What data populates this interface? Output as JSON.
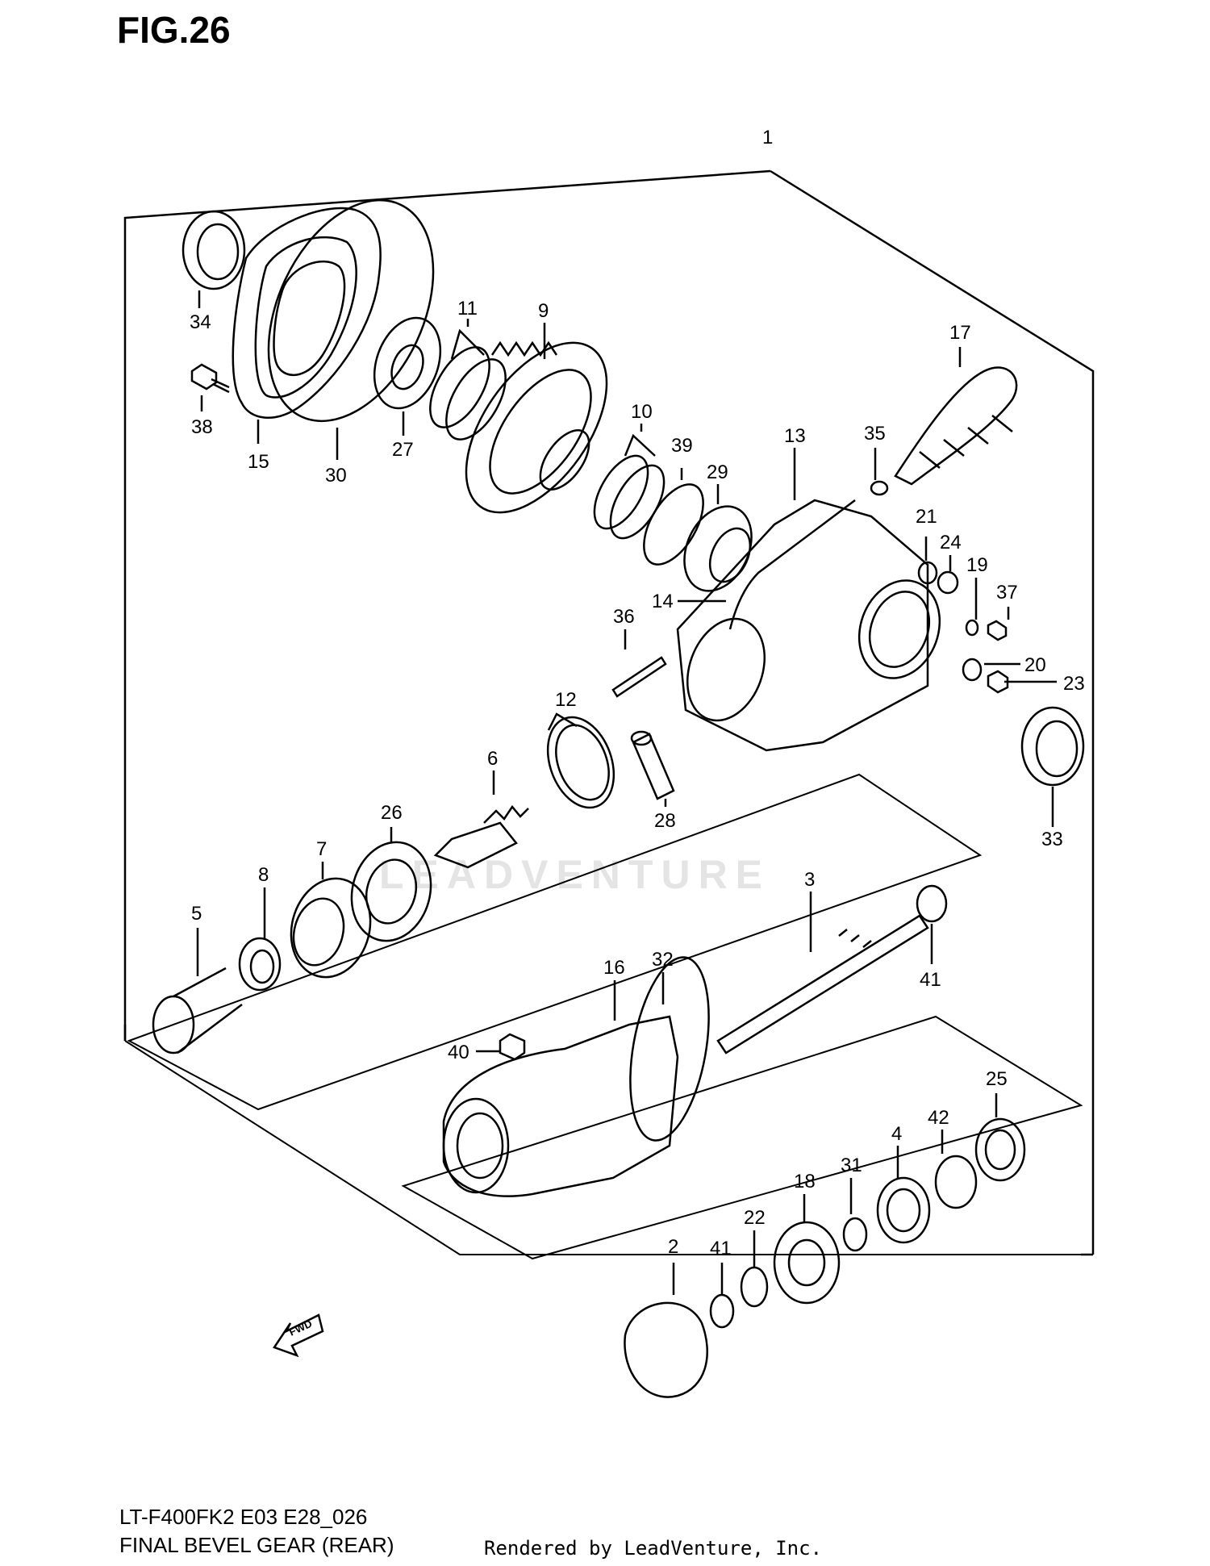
{
  "figure": {
    "title": "FIG.26",
    "model_code": "LT-F400FK2 E03 E28_026",
    "name": "FINAL BEVEL GEAR (REAR)",
    "credit": "Rendered by LeadVenture, Inc.",
    "watermark": "LEADVENTURE",
    "fwd_arrow_text": "FWD"
  },
  "callouts": [
    "1",
    "2",
    "3",
    "4",
    "5",
    "6",
    "7",
    "8",
    "9",
    "10",
    "11",
    "12",
    "13",
    "14",
    "15",
    "16",
    "17",
    "18",
    "19",
    "20",
    "21",
    "22",
    "23",
    "24",
    "25",
    "26",
    "27",
    "28",
    "29",
    "30",
    "31",
    "32",
    "33",
    "34",
    "35",
    "36",
    "37",
    "38",
    "39",
    "40",
    "41",
    "41",
    "42"
  ]
}
